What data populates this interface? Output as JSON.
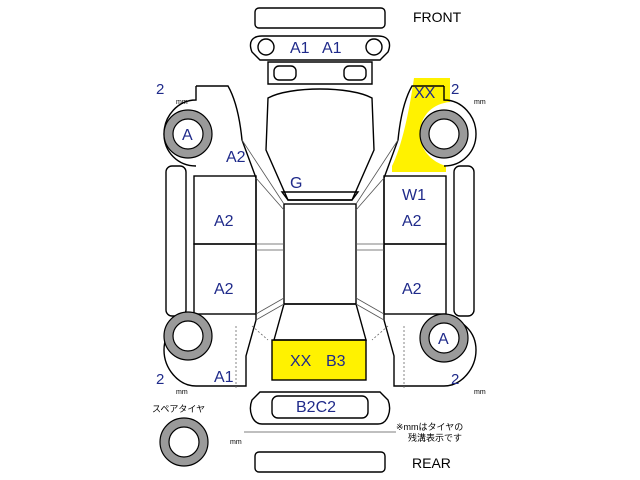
{
  "labels": {
    "front": "FRONT",
    "rear": "REAR",
    "spare_tire": "スペアタイヤ",
    "note_line1": "※mmはタイヤの",
    "note_line2": "残溝表示です",
    "mm": "mm"
  },
  "tire_tread": {
    "front_left": "2",
    "front_right": "2",
    "rear_left": "2",
    "rear_right": "2"
  },
  "tire_codes": {
    "front_left": "A",
    "rear_right": "A"
  },
  "damage": {
    "front_bumper_1": "A1",
    "front_bumper_2": "A1",
    "left_front_fender": "A2",
    "hood": "G",
    "left_front_door": "A2",
    "left_rear_door": "A2",
    "left_rear_quarter": "A1",
    "right_front_fender": "XX",
    "right_windshield": "W1",
    "right_front_door": "A2",
    "right_rear_door": "A2",
    "trunk_1": "XX",
    "trunk_2": "B3",
    "rear_bumper": "B2C2"
  },
  "colors": {
    "highlight": "#fff200",
    "code_text": "#1f2a8a"
  }
}
